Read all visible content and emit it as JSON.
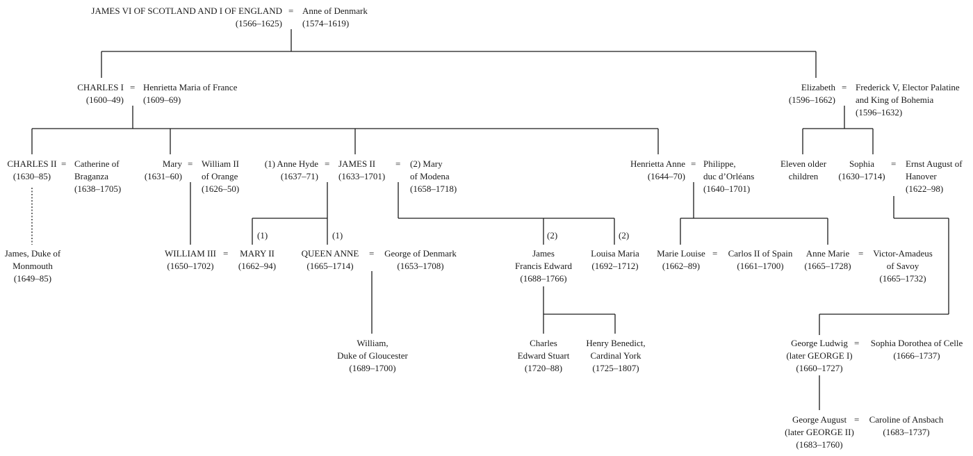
{
  "symbols": {
    "marriage": "="
  },
  "people": {
    "james_vi": [
      "JAMES VI OF SCOTLAND AND I OF ENGLAND",
      "(1566–1625)"
    ],
    "anne_denmark": [
      "Anne of Denmark",
      "(1574–1619)"
    ],
    "charles_i": [
      "CHARLES I",
      "(1600–49)"
    ],
    "henrietta_maria": [
      "Henrietta Maria of France",
      "(1609–69)"
    ],
    "elizabeth": [
      "Elizabeth",
      "(1596–1662)"
    ],
    "frederick_v": [
      "Frederick V, Elector Palatine",
      "and King of Bohemia",
      "(1596–1632)"
    ],
    "charles_ii": [
      "CHARLES II",
      "(1630–85)"
    ],
    "catherine": [
      "Catherine of",
      "Braganza",
      "(1638–1705)"
    ],
    "mary_1631": [
      "Mary",
      "(1631–60)"
    ],
    "william_ii": [
      "William II",
      "of Orange",
      "(1626–50)"
    ],
    "anne_hyde": [
      "(1) Anne Hyde",
      "(1637–71)"
    ],
    "james_ii": [
      "JAMES II",
      "(1633–1701)"
    ],
    "mary_modena": [
      "(2) Mary",
      "of Modena",
      "(1658–1718)"
    ],
    "henrietta_anne": [
      "Henrietta Anne",
      "(1644–70)"
    ],
    "philippe": [
      "Philippe,",
      "duc d’Orléans",
      "(1640–1701)"
    ],
    "eleven_older": [
      "Eleven older",
      "children"
    ],
    "sophia": [
      "Sophia",
      "(1630–1714)"
    ],
    "ernst_august": [
      "Ernst August of",
      "Hanover",
      "(1622–98)"
    ],
    "monmouth": [
      "James, Duke of",
      "Monmouth",
      "(1649–85)"
    ],
    "william_iii": [
      "WILLIAM III",
      "(1650–1702)"
    ],
    "mary_ii": [
      "MARY II",
      "(1662–94)"
    ],
    "queen_anne": [
      "QUEEN ANNE",
      "(1665–1714)"
    ],
    "george_denmark": [
      "George of Denmark",
      "(1653–1708)"
    ],
    "james_francis": [
      "James",
      "Francis Edward",
      "(1688–1766)"
    ],
    "louisa_maria": [
      "Louisa Maria",
      "(1692–1712)"
    ],
    "marie_louise": [
      "Marie Louise",
      "(1662–89)"
    ],
    "carlos_ii": [
      "Carlos II of Spain",
      "(1661–1700)"
    ],
    "anne_marie": [
      "Anne Marie",
      "(1665–1728)"
    ],
    "victor_amadeus": [
      "Victor-Amadeus",
      "of Savoy",
      "(1665–1732)"
    ],
    "gloucester": [
      "William,",
      "Duke of Gloucester",
      "(1689–1700)"
    ],
    "charles_edward": [
      "Charles",
      "Edward Stuart",
      "(1720–88)"
    ],
    "henry_benedict": [
      "Henry Benedict,",
      "Cardinal York",
      "(1725–1807)"
    ],
    "george_ludwig": [
      "George Ludwig",
      "(later GEORGE I)",
      "(1660–1727)"
    ],
    "sophia_dorothea": [
      "Sophia Dorothea of Celle",
      "(1666–1737)"
    ],
    "george_august": [
      "George August",
      "(later GEORGE II)",
      "(1683–1760)"
    ],
    "caroline": [
      "Caroline of Ansbach",
      "(1683–1737)"
    ]
  },
  "marks": {
    "one": "(1)",
    "two": "(2)"
  }
}
